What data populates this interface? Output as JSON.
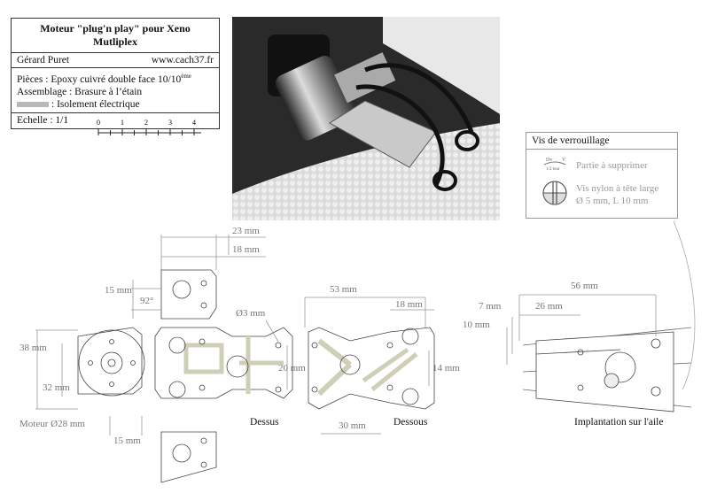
{
  "title_block": {
    "title": "Moteur \"plug'n play\" pour Xeno Mutliplex",
    "author": "Gérard Puret",
    "website": "www.cach37.fr",
    "parts_line1": "Pièces : Epoxy cuivré double face 10/10",
    "parts_sup": "ème",
    "parts_line2": "Assemblage : Brasure à l’étain",
    "parts_line3": ": Isolement électrique",
    "scale_label": "Echelle : 1/1",
    "scale_ticks": [
      "0",
      "1",
      "2",
      "3",
      "4"
    ]
  },
  "callout": {
    "header": "Vis de verrouillage",
    "small_dv": "Dv",
    "small_v": "V",
    "small_tour": "1/2 tour",
    "remove_label": "Partie à supprimer",
    "screw_line1": "Vis nylon à tête large",
    "screw_line2": "Ø 5 mm, L 10 mm"
  },
  "dimensions": {
    "d23": "23 mm",
    "d18": "18 mm",
    "d15": "15 mm",
    "angle": "92°",
    "d38": "38 mm",
    "d32": "32 mm",
    "motor": "Moteur Ø28 mm",
    "d15b": "15 mm",
    "d3": "Ø3 mm",
    "d20": "20 mm",
    "d53": "53 mm",
    "d18b": "18 mm",
    "d14": "14 mm",
    "d30": "30 mm",
    "d7": "7 mm",
    "d10": "10 mm",
    "d26": "26 mm",
    "d56": "56 mm"
  },
  "views": {
    "top": "Dessus",
    "bottom": "Dessous",
    "wing": "Implantation sur l'aile"
  }
}
